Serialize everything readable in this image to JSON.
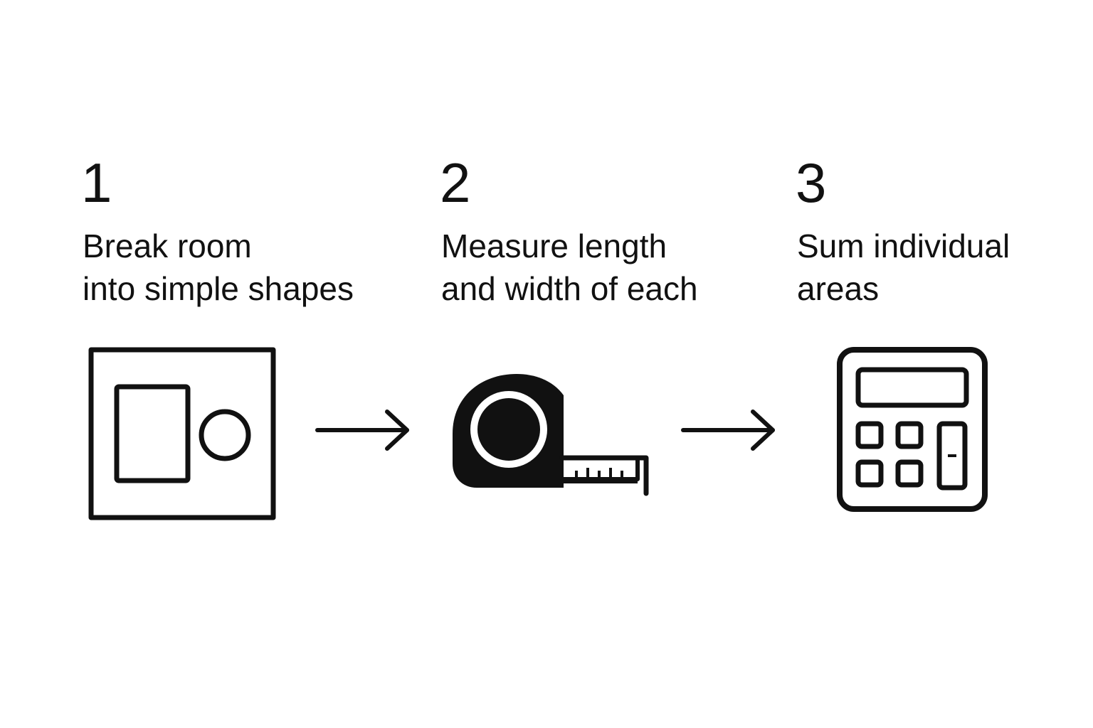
{
  "steps": [
    {
      "number": "1",
      "line1": "Break room",
      "line2": "into simple shapes",
      "icon": "room-shapes-icon"
    },
    {
      "number": "2",
      "line1": "Measure length",
      "line2": "and width of each",
      "icon": "tape-measure-icon"
    },
    {
      "number": "3",
      "line1": "Sum individual",
      "line2": "areas",
      "icon": "calculator-icon"
    }
  ],
  "arrows": [
    "arrow-right-icon",
    "arrow-right-icon"
  ],
  "colors": {
    "ink": "#111111",
    "background": "#ffffff"
  }
}
